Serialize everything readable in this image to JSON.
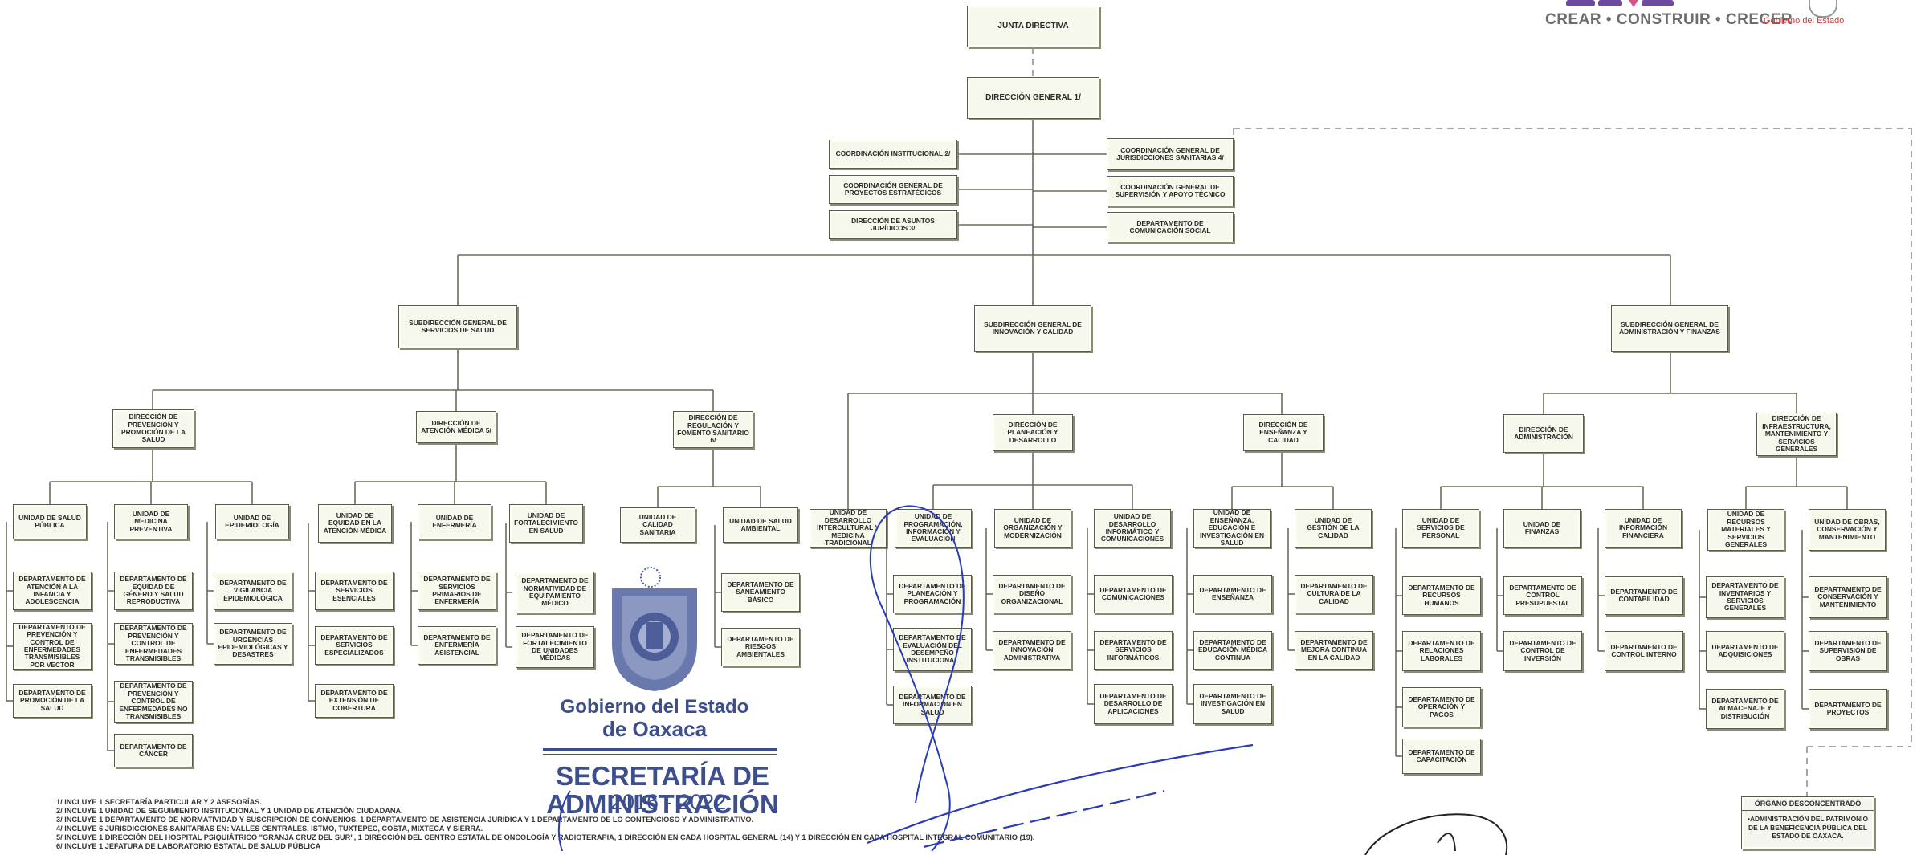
{
  "header": {
    "brand_slogan": "CREAR • CONSTRUIR • CRECER",
    "gobierno_label_pre": "Gobierno ",
    "gobierno_label_de": "del",
    "gobierno_label_post": " Estado"
  },
  "colors": {
    "box_fill": "#f6f8ec",
    "box_border": "#5a5a4a",
    "connector": "#6b6b5a",
    "dashed_connector": "#8a8a8a",
    "stamp_blue": "#3c4e8e",
    "signature_blue": "#2b3cb8"
  },
  "org": {
    "junta": "JUNTA DIRECTIVA",
    "direccion_general": "DIRECCIÓN GENERAL 1/",
    "staff_left": [
      "COORDINACIÓN INSTITUCIONAL 2/",
      "COORDINACIÓN GENERAL DE PROYECTOS ESTRATÉGICOS",
      "DIRECCIÓN DE ASUNTOS JURÍDICOS 3/"
    ],
    "staff_right": [
      "COORDINACIÓN GENERAL DE JURISDICCIONES SANITARIAS 4/",
      "COORDINACIÓN GENERAL DE SUPERVISIÓN Y APOYO TÉCNICO",
      "DEPARTAMENTO DE COMUNICACIÓN SOCIAL"
    ],
    "subdirecciones": [
      "SUBDIRECCIÓN GENERAL DE SERVICIOS DE SALUD",
      "SUBDIRECCIÓN GENERAL DE INNOVACIÓN Y CALIDAD",
      "SUBDIRECCIÓN GENERAL DE ADMINISTRACIÓN Y FINANZAS"
    ],
    "direcciones": [
      "DIRECCIÓN DE PREVENCIÓN Y PROMOCIÓN DE LA SALUD",
      "DIRECCIÓN DE ATENCIÓN MÉDICA 5/",
      "DIRECCIÓN DE REGULACIÓN Y FOMENTO SANITARIO 6/",
      "DIRECCIÓN DE PLANEACIÓN Y DESARROLLO",
      "DIRECCIÓN DE ENSEÑANZA Y CALIDAD",
      "DIRECCIÓN DE ADMINISTRACIÓN",
      "DIRECCIÓN DE INFRAESTRUCTURA, MANTENIMIENTO Y SERVICIOS GENERALES"
    ],
    "unidades": [
      "UNIDAD DE SALUD PÚBLICA",
      "UNIDAD DE MEDICINA PREVENTIVA",
      "UNIDAD DE EPIDEMIOLOGÍA",
      "UNIDAD DE EQUIDAD EN LA ATENCIÓN MÉDICA",
      "UNIDAD DE ENFERMERÍA",
      "UNIDAD DE FORTALECIMIENTO EN SALUD",
      "UNIDAD DE CALIDAD SANITARIA",
      "UNIDAD DE SALUD AMBIENTAL",
      "UNIDAD DE DESARROLLO INTERCULTURAL Y MEDICINA TRADICIONAL",
      "UNIDAD DE PROGRAMACIÓN, INFORMACIÓN Y EVALUACIÓN",
      "UNIDAD DE ORGANIZACIÓN Y MODERNIZACIÓN",
      "UNIDAD DE DESARROLLO INFORMÁTICO Y COMUNICACIONES",
      "UNIDAD DE ENSEÑANZA, EDUCACIÓN E INVESTIGACIÓN EN SALUD",
      "UNIDAD DE GESTIÓN DE LA CALIDAD",
      "UNIDAD DE SERVICIOS DE PERSONAL",
      "UNIDAD DE FINANZAS",
      "UNIDAD DE INFORMACIÓN FINANCIERA",
      "UNIDAD DE RECURSOS MATERIALES Y SERVICIOS GENERALES",
      "UNIDAD DE OBRAS, CONSERVACIÓN Y MANTENIMIENTO"
    ],
    "departamentos": [
      "DEPARTAMENTO DE ATENCIÓN A LA INFANCIA Y ADOLESCENCIA",
      "DEPARTAMENTO DE PREVENCIÓN Y CONTROL DE ENFERMEDADES TRANSMISIBLES POR VECTOR",
      "DEPARTAMENTO DE PROMOCIÓN DE LA SALUD",
      "DEPARTAMENTO DE EQUIDAD DE GÉNERO Y SALUD REPRODUCTIVA",
      "DEPARTAMENTO DE PREVENCIÓN Y CONTROL DE ENFERMEDADES TRANSMISIBLES",
      "DEPARTAMENTO DE PREVENCIÓN Y CONTROL DE ENFERMEDADES NO TRANSMISIBLES",
      "DEPARTAMENTO DE CÁNCER",
      "DEPARTAMENTO DE VIGILANCIA EPIDEMIOLÓGICA",
      "DEPARTAMENTO DE URGENCIAS EPIDEMIOLÓGICAS Y DESASTRES",
      "DEPARTAMENTO DE SERVICIOS ESENCIALES",
      "DEPARTAMENTO DE SERVICIOS ESPECIALIZADOS",
      "DEPARTAMENTO DE EXTENSIÓN DE COBERTURA",
      "DEPARTAMENTO DE SERVICIOS PRIMARIOS DE ENFERMERÍA",
      "DEPARTAMENTO DE ENFERMERÍA ASISTENCIAL",
      "DEPARTAMENTO DE NORMATIVIDAD DE EQUIPAMIENTO MÉDICO",
      "DEPARTAMENTO DE FORTALECIMIENTO DE UNIDADES MÉDICAS",
      "DEPARTAMENTO DE SANEAMIENTO BÁSICO",
      "DEPARTAMENTO DE RIESGOS AMBIENTALES",
      "DEPARTAMENTO DE PLANEACIÓN Y PROGRAMACIÓN",
      "DEPARTAMENTO DE EVALUACIÓN DEL DESEMPEÑO INSTITUCIONAL",
      "DEPARTAMENTO DE INFORMACIÓN EN SALUD",
      "DEPARTAMENTO DE DISEÑO ORGANIZACIONAL",
      "DEPARTAMENTO DE INNOVACIÓN ADMINISTRATIVA",
      "DEPARTAMENTO DE COMUNICACIONES",
      "DEPARTAMENTO DE SERVICIOS INFORMÁTICOS",
      "DEPARTAMENTO DE DESARROLLO DE APLICACIONES",
      "DEPARTAMENTO DE ENSEÑANZA",
      "DEPARTAMENTO DE EDUCACIÓN MÉDICA CONTINUA",
      "DEPARTAMENTO DE INVESTIGACIÓN EN SALUD",
      "DEPARTAMENTO DE CULTURA DE LA CALIDAD",
      "DEPARTAMENTO DE MEJORA CONTINUA EN LA CALIDAD",
      "DEPARTAMENTO DE RECURSOS HUMANOS",
      "DEPARTAMENTO DE RELACIONES LABORALES",
      "DEPARTAMENTO DE OPERACIÓN Y PAGOS",
      "DEPARTAMENTO DE CAPACITACIÓN",
      "DEPARTAMENTO DE CONTROL PRESUPUESTAL",
      "DEPARTAMENTO DE CONTROL DE INVERSIÓN",
      "DEPARTAMENTO DE CONTABILIDAD",
      "DEPARTAMENTO DE CONTROL INTERNO",
      "DEPARTAMENTO DE INVENTARIOS Y SERVICIOS GENERALES",
      "DEPARTAMENTO DE ADQUISICIONES",
      "DEPARTAMENTO DE ALMACENAJE Y DISTRIBUCIÓN",
      "DEPARTAMENTO DE CONSERVACIÓN Y MANTENIMIENTO",
      "DEPARTAMENTO DE SUPERVISIÓN DE OBRAS",
      "DEPARTAMENTO DE PROYECTOS"
    ],
    "organo": {
      "title": "ÓRGANO DESCONCENTRADO",
      "body": "•ADMINISTRACIÓN DEL PATRIMONIO DE LA BENEFICENCIA PÚBLICA DEL ESTADO DE OAXACA."
    }
  },
  "stamp": {
    "gobierno_line1": "Gobierno del Estado",
    "gobierno_line2": "de Oaxaca",
    "secretaria_line1": "SECRETARÍA DE",
    "secretaria_line2": "ADMINISTRACIÓN",
    "years": "2016 - 2022"
  },
  "notes": [
    "1/ INCLUYE 1 SECRETARÍA PARTICULAR Y 2 ASESORÍAS.",
    "2/ INCLUYE 1 UNIDAD DE SEGUIMIENTO INSTITUCIONAL Y 1 UNIDAD DE ATENCIÓN CIUDADANA.",
    "3/ INCLUYE 1 DEPARTAMENTO DE NORMATIVIDAD Y SUSCRIPCIÓN DE CONVENIOS, 1 DEPARTAMENTO DE ASISTENCIA JURÍDICA Y 1 DEPARTAMENTO DE LO CONTENCIOSO Y ADMINISTRATIVO.",
    "4/ INCLUYE 6 JURISDICCIONES SANITARIAS EN: VALLES CENTRALES, ISTMO, TUXTEPEC, COSTA, MIXTECA Y SIERRA.",
    "5/ INCLUYE 1 DIRECCIÓN DEL HOSPITAL PSIQUIÁTRICO \"GRANJA CRUZ DEL SUR\", 1 DIRECCIÓN DEL CENTRO ESTATAL DE ONCOLOGÍA Y RADIOTERAPIA, 1 DIRECCIÓN EN CADA HOSPITAL GENERAL (14) Y 1 DIRECCIÓN EN CADA HOSPITAL INTEGRAL COMUNITARIO (19).",
    "6/ INCLUYE 1 JEFATURA DE LABORATORIO ESTATAL DE SALUD PÚBLICA"
  ]
}
